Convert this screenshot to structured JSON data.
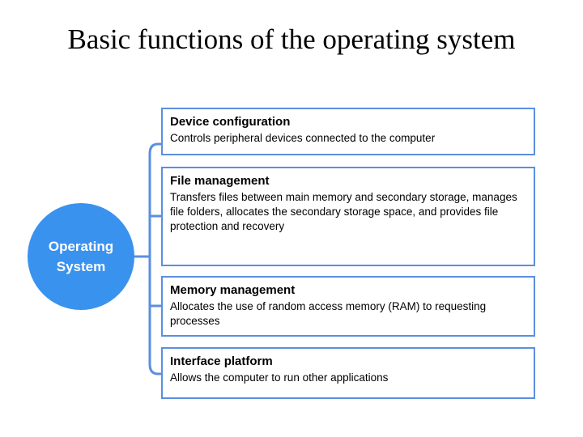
{
  "slide": {
    "title": "Basic functions of the operating system",
    "background_color": "#ffffff"
  },
  "center_node": {
    "name": "operating-system-node",
    "shape": "circle",
    "fill_color": "#3a92ef",
    "text_color": "#ffffff",
    "lines": [
      "Operating",
      "System"
    ]
  },
  "connector": {
    "color": "#5b8fe0",
    "style": "rounded-bracket"
  },
  "boxes": [
    {
      "title": "Device configuration",
      "desc": "Controls peripheral devices connected to the computer",
      "border_color": "#5b8fe0"
    },
    {
      "title": "File management",
      "desc": "Transfers files between main memory and secondary storage, manages file folders, allocates the secondary storage space, and provides file protection and recovery",
      "border_color": "#5b8fe0"
    },
    {
      "title": "Memory management",
      "desc": "Allocates the use of random access memory (RAM) to requesting processes",
      "border_color": "#5b8fe0"
    },
    {
      "title": "Interface platform",
      "desc": "Allows the computer to run other applications",
      "border_color": "#5b8fe0"
    }
  ]
}
